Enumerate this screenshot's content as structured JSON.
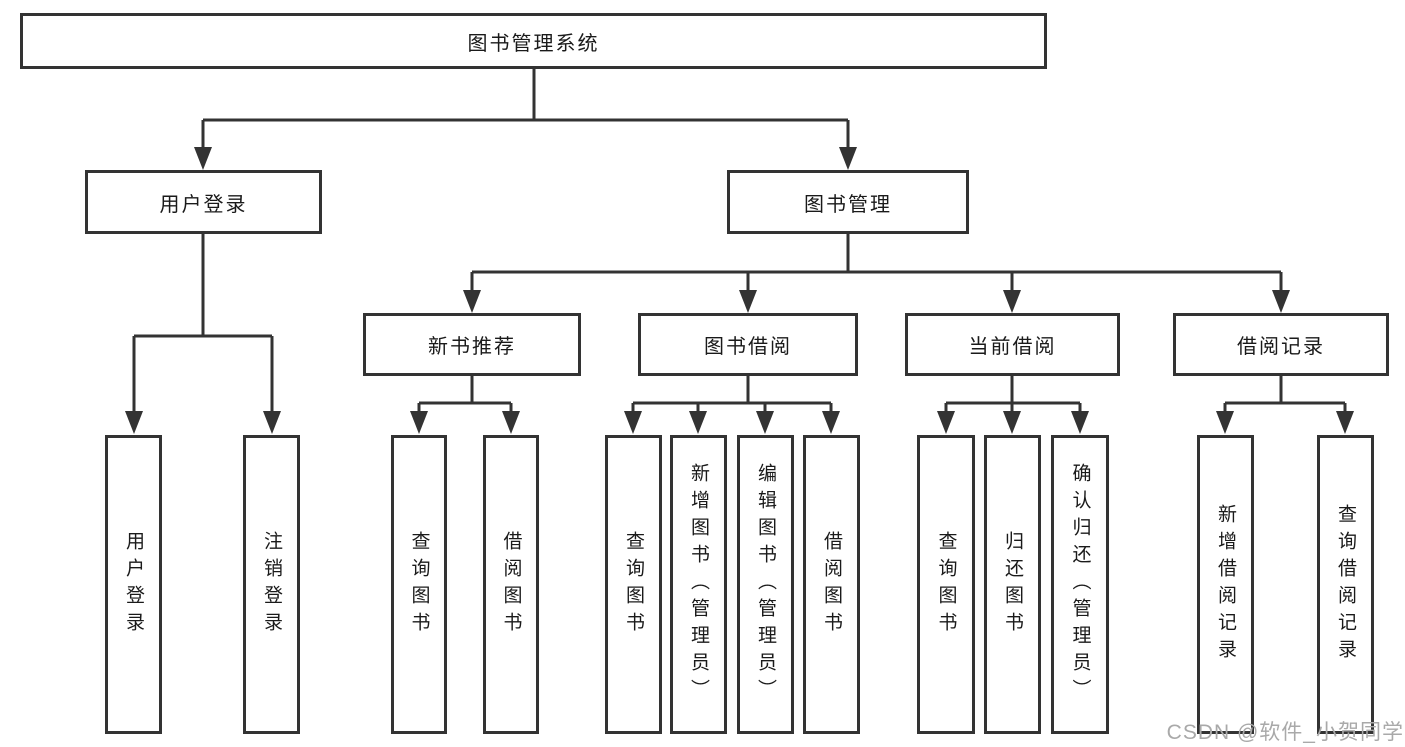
{
  "diagram": {
    "root": {
      "label": "图书管理系统"
    },
    "level2": {
      "user_login": {
        "label": "用户登录"
      },
      "book_management": {
        "label": "图书管理"
      }
    },
    "level3": {
      "new_book_recommend": {
        "label": "新书推荐"
      },
      "book_borrowing": {
        "label": "图书借阅"
      },
      "current_borrowing": {
        "label": "当前借阅"
      },
      "borrowing_records": {
        "label": "借阅记录"
      }
    },
    "leaves": {
      "user_login": {
        "label": "用户登录"
      },
      "logout": {
        "label": "注销登录"
      },
      "rec_query_books": {
        "label": "查询图书"
      },
      "rec_borrow_books": {
        "label": "借阅图书"
      },
      "bb_query_books": {
        "label": "查询图书"
      },
      "bb_add_books_admin": {
        "label": "新增图书（管理员）"
      },
      "bb_edit_books_admin": {
        "label": "编辑图书（管理员）"
      },
      "bb_borrow_books": {
        "label": "借阅图书"
      },
      "cb_query_books": {
        "label": "查询图书"
      },
      "cb_return_books": {
        "label": "归还图书"
      },
      "cb_confirm_return_admin": {
        "label": "确认归还（管理员）"
      },
      "br_add_record": {
        "label": "新增借阅记录"
      },
      "br_query_record": {
        "label": "查询借阅记录"
      }
    }
  },
  "watermark": {
    "text": "CSDN @软件_小贺同学"
  },
  "colors": {
    "line": "#333333",
    "text": "#1a1a1a",
    "watermark": "#a9a9a9",
    "background": "#ffffff"
  }
}
